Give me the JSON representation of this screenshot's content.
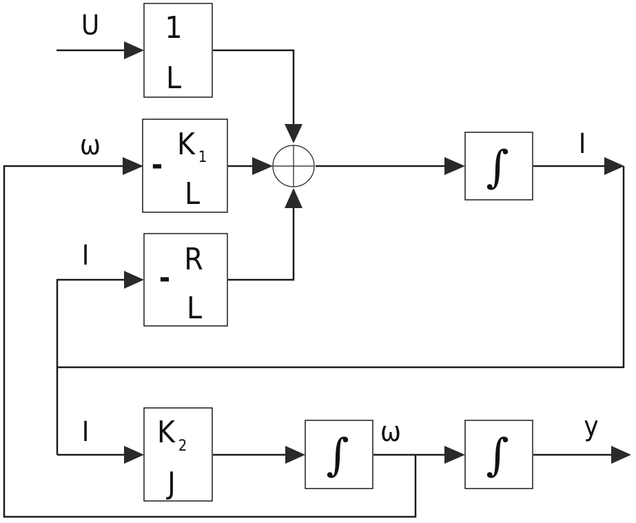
{
  "diagram": {
    "title": "",
    "signals": {
      "input_u": "U",
      "omega_in": "ω",
      "current_in_r": "I",
      "current_out": "I",
      "current_in_k2": "I",
      "omega_mid": "ω",
      "output_y": "y"
    },
    "blocks": {
      "gain_1_over_l": {
        "numerator": "1",
        "denominator": "L"
      },
      "gain_k1_over_l": {
        "sign": "-",
        "numerator": "K",
        "subscript": "1",
        "denominator": "L"
      },
      "gain_r_over_l": {
        "sign": "-",
        "numerator": "R",
        "denominator": "L"
      },
      "gain_k2_over_j": {
        "numerator": "K",
        "subscript": "2",
        "denominator": "J"
      },
      "integrator_current": {
        "symbol": "∫"
      },
      "integrator_omega": {
        "symbol": "∫"
      },
      "integrator_position": {
        "symbol": "∫"
      }
    },
    "summing_junction": {
      "inputs": 3,
      "outputs": 1
    }
  }
}
